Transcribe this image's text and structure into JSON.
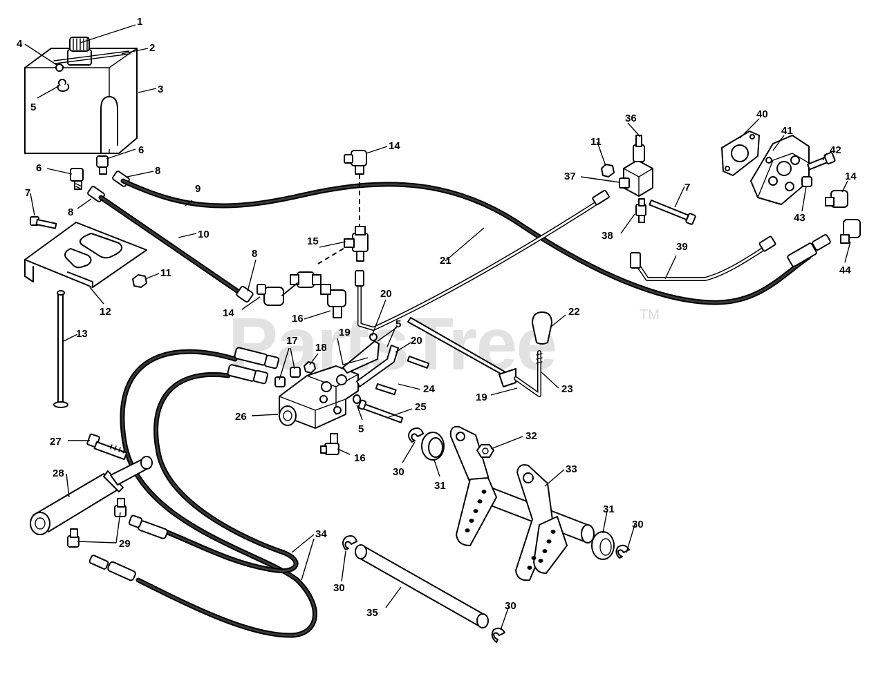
{
  "watermark": {
    "text": "PartsTree",
    "trademark": "TM"
  },
  "callouts": {
    "c1": "1",
    "c2": "2",
    "c3": "3",
    "c4": "4",
    "c5a": "5",
    "c6a": "6",
    "c6b": "6",
    "c7a": "7",
    "c8a": "8",
    "c8b": "8",
    "c9": "9",
    "c10": "10",
    "c11a": "11",
    "c12": "12",
    "c13": "13",
    "c14a": "14",
    "c8c": "8",
    "c14b": "14",
    "c15": "15",
    "c16a": "16",
    "c17": "17",
    "c18": "18",
    "c19a": "19",
    "c20a": "20",
    "c5b": "5",
    "c20b": "20",
    "c21": "21",
    "c22": "22",
    "c23": "23",
    "c19b": "19",
    "c24": "24",
    "c25": "25",
    "c5c": "5",
    "c26": "26",
    "c16b": "16",
    "c27": "27",
    "c28": "28",
    "c29": "29",
    "c30a": "30",
    "c31a": "31",
    "c32": "32",
    "c33": "33",
    "c31b": "31",
    "c30b": "30",
    "c34": "34",
    "c30c": "30",
    "c35": "35",
    "c30d": "30",
    "c36": "36",
    "c11b": "11",
    "c37": "37",
    "c7b": "7",
    "c38": "38",
    "c39": "39",
    "c40": "40",
    "c41": "41",
    "c42": "42",
    "c14c": "14",
    "c43": "43",
    "c44": "44"
  }
}
